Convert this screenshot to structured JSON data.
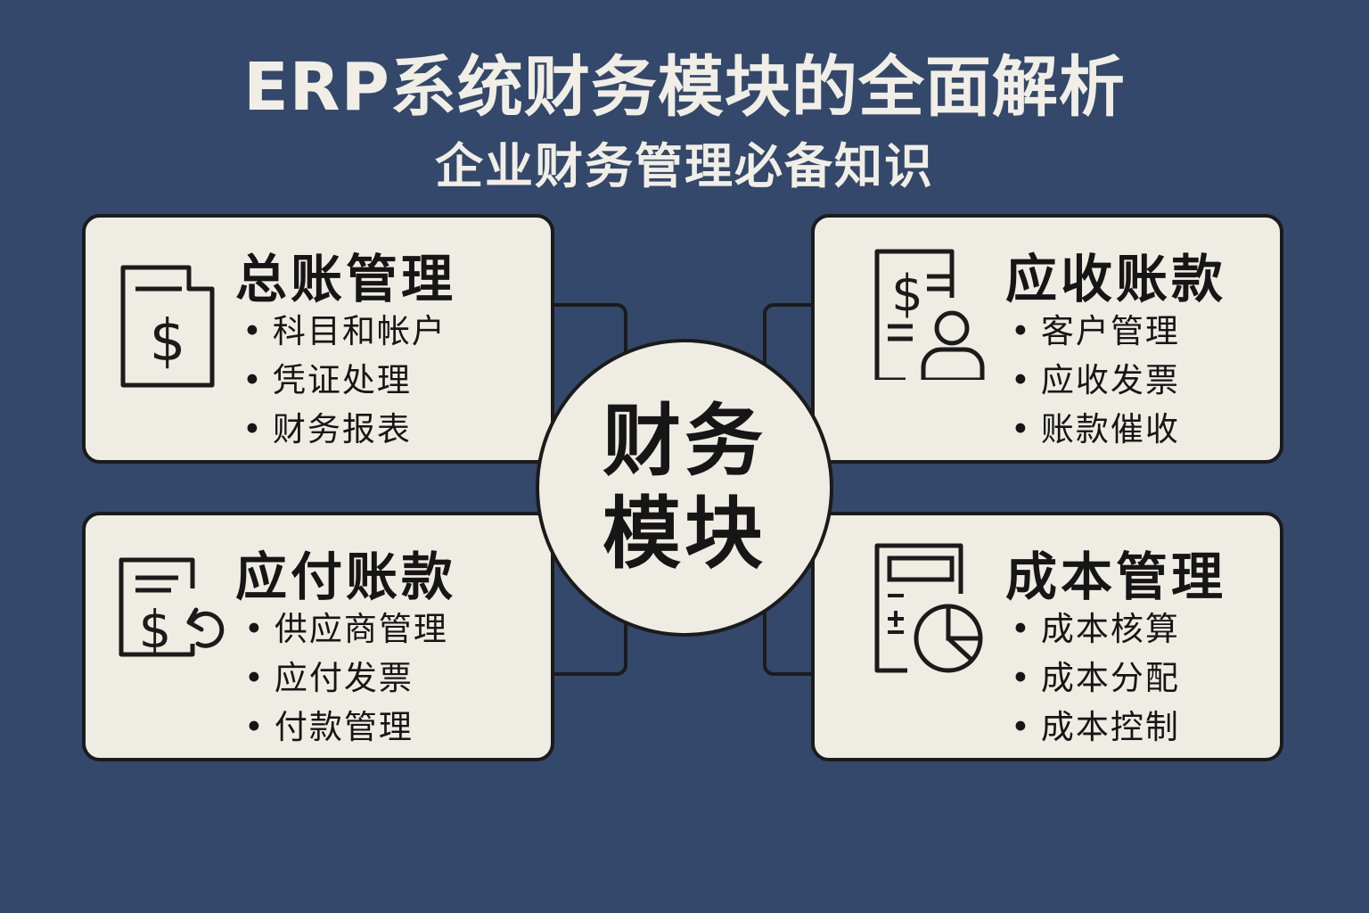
{
  "header": {
    "title": "ERP系统财务模块的全面解析",
    "subtitle": "企业财务管理必备知识"
  },
  "center": {
    "line1": "财务",
    "line2": "模块"
  },
  "modules": [
    {
      "title": "总账管理",
      "icon": "ledger-dollar-icon",
      "items": [
        "科目和帐户",
        "凭证处理",
        "财务报表"
      ]
    },
    {
      "title": "应收账款",
      "icon": "receivable-customer-icon",
      "items": [
        "客户管理",
        "应收发票",
        "账款催收"
      ]
    },
    {
      "title": "应付账款",
      "icon": "payable-dollar-return-icon",
      "items": [
        "供应商管理",
        "应付发票",
        "付款管理"
      ]
    },
    {
      "title": "成本管理",
      "icon": "cost-calculator-pie-icon",
      "items": [
        "成本核算",
        "成本分配",
        "成本控制"
      ]
    }
  ],
  "colors": {
    "background": "#33486a",
    "card": "#efece4",
    "ink": "#1b1b1b"
  }
}
